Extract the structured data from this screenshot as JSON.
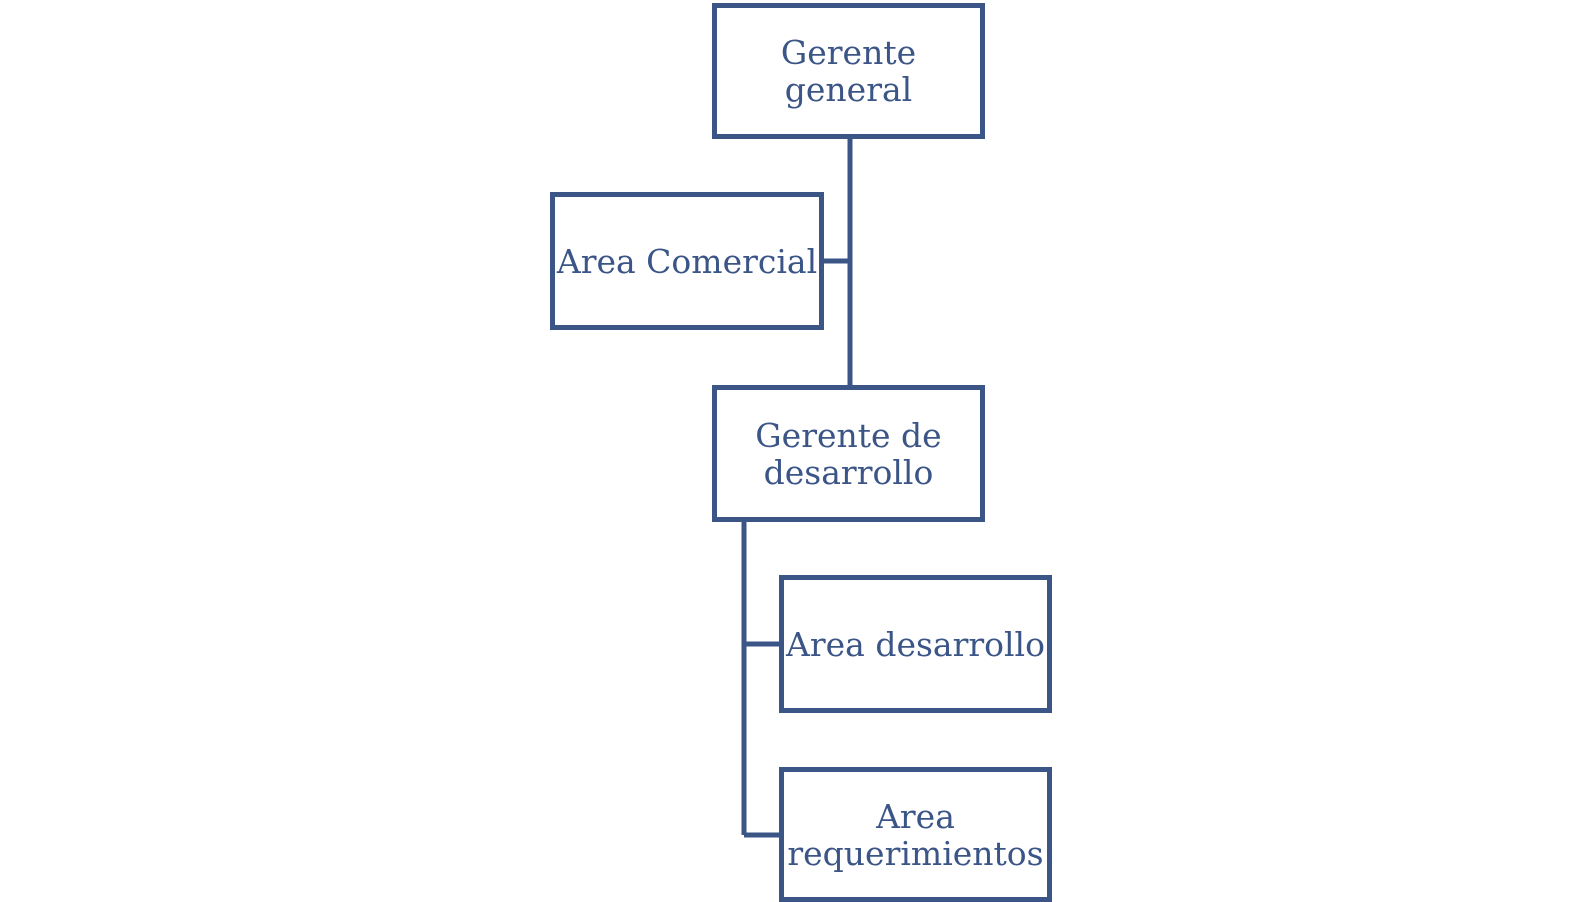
{
  "org_chart": {
    "line_color": "#3b5587",
    "nodes": {
      "gerente_general": "Gerente general",
      "area_comercial": "Area Comercial",
      "gerente_desarrollo": "Gerente de\ndesarrollo",
      "area_desarrollo": "Area desarrollo",
      "area_requerimientos": "Area\nrequerimientos"
    }
  }
}
